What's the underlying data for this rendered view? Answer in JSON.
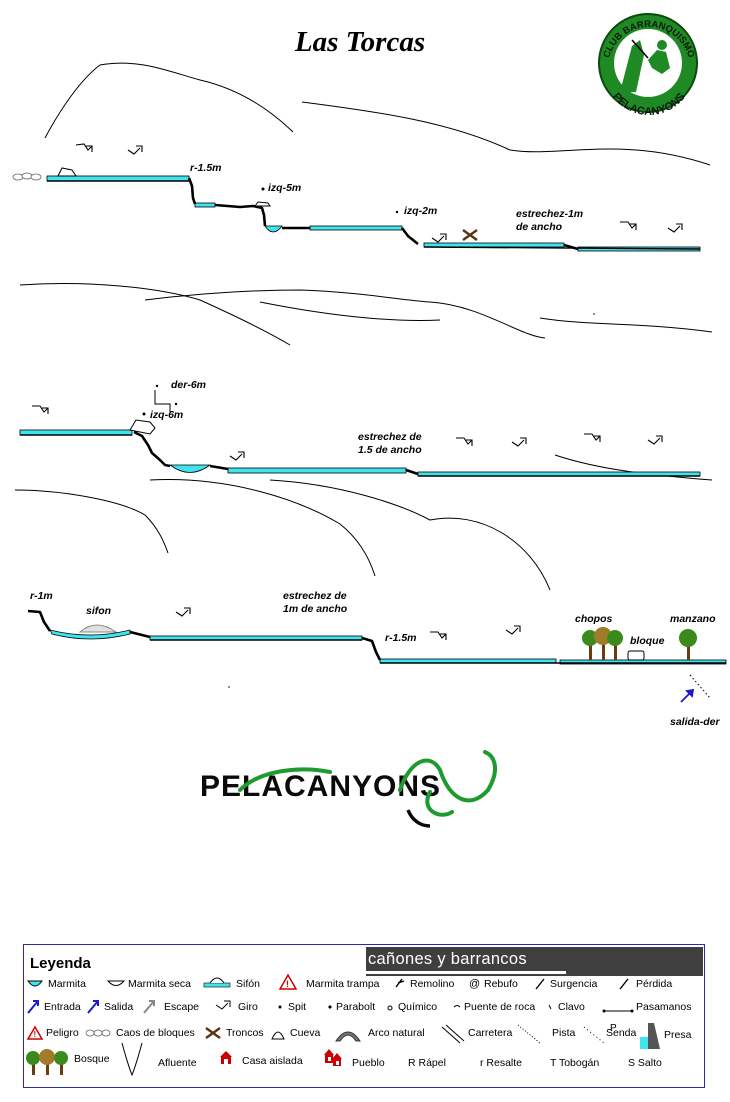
{
  "title": "Las Torcas",
  "club_badge": {
    "top_text": "CLUB BARRANQUISMO",
    "bottom_text": "PELACANYONS"
  },
  "brand_logo": "PELACANYONS",
  "colors": {
    "water": "#3fe4ee",
    "wall": "#000000",
    "badge_green": "#1f8a24",
    "legend_border": "#2b2bb0",
    "tree_green": "#3a8a1c"
  },
  "labels": {
    "r1_5m_a": "r-1.5m",
    "izq5m": "izq-5m",
    "izq2m": "izq-2m",
    "estrechez1_l1": "estrechez-1m",
    "estrechez1_l2": "de ancho",
    "der6m": "der-6m",
    "izq6m": "izq-6m",
    "estrechez15_l1": "estrechez de",
    "estrechez15_l2": "1.5 de ancho",
    "r1m": "r-1m",
    "sifon": "sifon",
    "estrechez_1m_l1": "estrechez de",
    "estrechez_1m_l2": "1m de ancho",
    "r1_5m_b": "r-1.5m",
    "chopos": "chopos",
    "manzano": "manzano",
    "bloque": "bloque",
    "salida": "salida-der"
  },
  "legend": {
    "title": "Leyenda",
    "banner": "cañones y barrancos",
    "row1": [
      "Marmita",
      "Marmita seca",
      "Sifón",
      "Marmita trampa",
      "Remolino",
      "Rebufo",
      "Surgencia",
      "Pérdida"
    ],
    "row1_glyphs": {
      "rebufo": "@"
    },
    "row2": [
      "Entrada",
      "Salida",
      "Escape",
      "Giro",
      "Spit",
      "Parabolt",
      "Químico",
      "Puente de roca",
      "Clavo",
      "Pasamanos"
    ],
    "pasamanos_p": "P",
    "row3": [
      "Peligro",
      "Caos de bloques",
      "Troncos",
      "Cueva",
      "Arco natural",
      "Carretera",
      "Pista",
      "Senda",
      "Presa"
    ],
    "row4": [
      "Bosque",
      "Afluente",
      "Casa aislada",
      "Pueblo",
      "R Rápel",
      "r Resalte",
      "T Tobogán",
      "S Salto"
    ]
  }
}
